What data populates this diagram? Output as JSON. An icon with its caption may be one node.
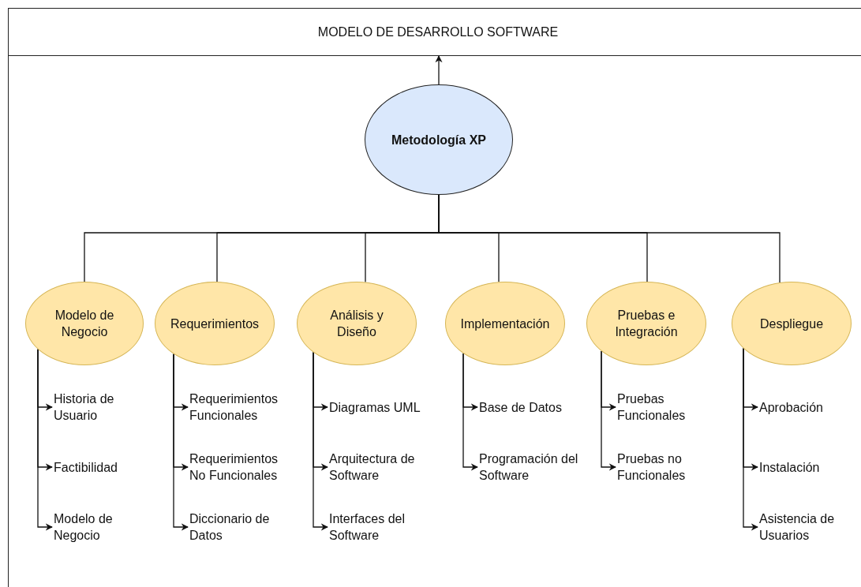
{
  "diagram": {
    "nodes": [
      {
        "text": [
          "MODELO DE DESARROLLO SOFTWARE"
        ]
      },
      {
        "text": [
          "Metodología XP"
        ]
      },
      {
        "text": [
          "Modelo de Negocio"
        ]
      },
      {
        "text": [
          "Requerimientos"
        ]
      },
      {
        "text": [
          "Análisis y Diseño"
        ]
      },
      {
        "text": [
          "Implementación"
        ]
      },
      {
        "text": [
          "Pruebas e Integración"
        ]
      },
      {
        "text": [
          "Despliegue"
        ]
      },
      {
        "text": [
          "Historia de Usuario"
        ]
      },
      {
        "text": [
          "Factibilidad"
        ]
      },
      {
        "text": [
          "Modelo de Negocio"
        ]
      },
      {
        "text": [
          "Requerimientos Funcionales"
        ]
      },
      {
        "text": [
          "Requerimientos No Funcionales"
        ]
      },
      {
        "text": [
          "Diccionario de Datos"
        ]
      },
      {
        "text": [
          "Diagramas UML"
        ]
      },
      {
        "text": [
          "Arquitectura de Software"
        ]
      },
      {
        "text": [
          "Interfaces del Software"
        ]
      },
      {
        "text": [
          "Base de Datos"
        ]
      },
      {
        "text": [
          "Programación del Software"
        ]
      },
      {
        "text": [
          "Pruebas Funcionales"
        ]
      },
      {
        "text": [
          "Pruebas no Funcionales"
        ]
      },
      {
        "text": [
          "Aprobación"
        ]
      },
      {
        "text": [
          "Instalación"
        ]
      },
      {
        "text": [
          "Asistencia de Usuarios"
        ]
      }
    ],
    "edges": [
      {
        "from": 1,
        "to": 0,
        "arrow": "to"
      },
      {
        "from": 1,
        "to": 2,
        "arrow": "none"
      },
      {
        "from": 1,
        "to": 3,
        "arrow": "none"
      },
      {
        "from": 1,
        "to": 4,
        "arrow": "none"
      },
      {
        "from": 1,
        "to": 5,
        "arrow": "none"
      },
      {
        "from": 1,
        "to": 6,
        "arrow": "none"
      },
      {
        "from": 1,
        "to": 7,
        "arrow": "none"
      },
      {
        "from": 2,
        "to": 8,
        "arrow": "to"
      },
      {
        "from": 2,
        "to": 9,
        "arrow": "to"
      },
      {
        "from": 2,
        "to": 10,
        "arrow": "to"
      },
      {
        "from": 3,
        "to": 11,
        "arrow": "to"
      },
      {
        "from": 3,
        "to": 12,
        "arrow": "to"
      },
      {
        "from": 3,
        "to": 13,
        "arrow": "to"
      },
      {
        "from": 4,
        "to": 14,
        "arrow": "to"
      },
      {
        "from": 4,
        "to": 15,
        "arrow": "to"
      },
      {
        "from": 4,
        "to": 16,
        "arrow": "to"
      },
      {
        "from": 5,
        "to": 17,
        "arrow": "to"
      },
      {
        "from": 5,
        "to": 18,
        "arrow": "to"
      },
      {
        "from": 6,
        "to": 19,
        "arrow": "to"
      },
      {
        "from": 6,
        "to": 20,
        "arrow": "to"
      },
      {
        "from": 7,
        "to": 21,
        "arrow": "to"
      },
      {
        "from": 7,
        "to": 22,
        "arrow": "to"
      },
      {
        "from": 7,
        "to": 23,
        "arrow": "to"
      }
    ]
  }
}
